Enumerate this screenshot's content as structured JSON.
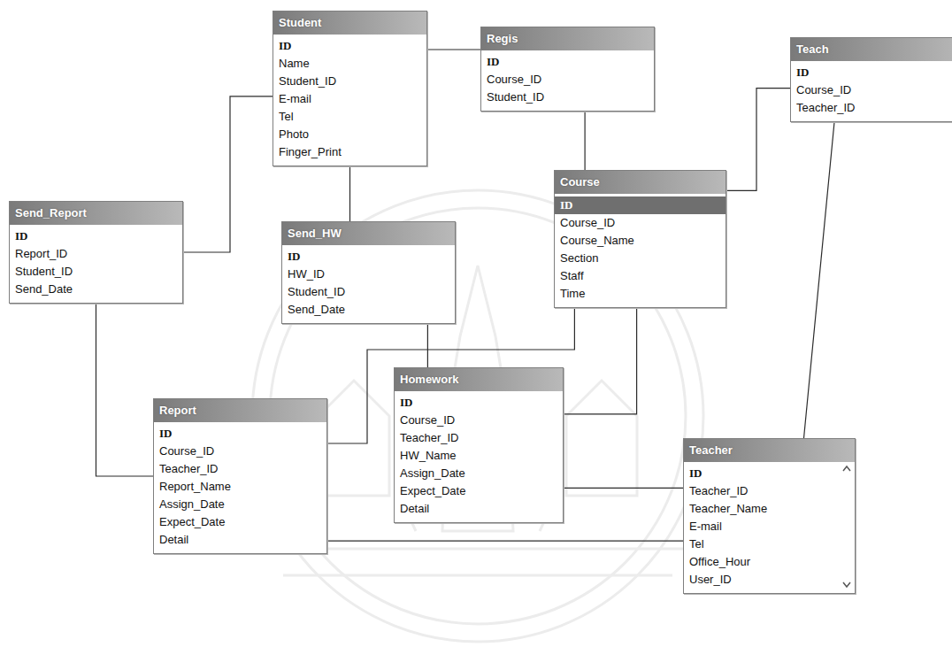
{
  "diagram": {
    "nodes": [
      {
        "text": [
          "Student",
          "ID",
          "Name",
          "Student_ID",
          "E-mail",
          "Tel",
          "Photo",
          "Finger_Print"
        ]
      },
      {
        "text": [
          "Regis",
          "ID",
          "Course_ID",
          "Student_ID"
        ]
      },
      {
        "text": [
          "Teach",
          "ID",
          "Course_ID",
          "Teacher_ID"
        ]
      },
      {
        "text": [
          "Course",
          "ID",
          "Course_ID",
          "Course_Name",
          "Section",
          "Staff",
          "Time"
        ]
      },
      {
        "text": [
          "Send_Report",
          "ID",
          "Report_ID",
          "Student_ID",
          "Send_Date"
        ]
      },
      {
        "text": [
          "Send_HW",
          "ID",
          "HW_ID",
          "Student_ID",
          "Send_Date"
        ]
      },
      {
        "text": [
          "Homework",
          "ID",
          "Course_ID",
          "Teacher_ID",
          "HW_Name",
          "Assign_Date",
          "Expect_Date",
          "Detail"
        ]
      },
      {
        "text": [
          "Report",
          "ID",
          "Course_ID",
          "Teacher_ID",
          "Report_Name",
          "Assign_Date",
          "Expect_Date",
          "Detail"
        ]
      },
      {
        "text": [
          "Teacher",
          "ID",
          "Teacher_ID",
          "Teacher_Name",
          "E-mail",
          "Tel",
          "Office_Hour",
          "User_ID"
        ]
      }
    ],
    "edges": [
      {
        "from": 0,
        "to": 1,
        "arrow": "none"
      },
      {
        "from": 3,
        "to": 1,
        "arrow": "none"
      },
      {
        "from": 3,
        "to": 2,
        "arrow": "none"
      },
      {
        "from": 8,
        "to": 2,
        "arrow": "none"
      },
      {
        "from": 0,
        "to": 5,
        "arrow": "none"
      },
      {
        "from": 6,
        "to": 5,
        "arrow": "none"
      },
      {
        "from": 0,
        "to": 4,
        "arrow": "none"
      },
      {
        "from": 7,
        "to": 4,
        "arrow": "none"
      },
      {
        "from": 3,
        "to": 6,
        "arrow": "none"
      },
      {
        "from": 3,
        "to": 7,
        "arrow": "none"
      },
      {
        "from": 8,
        "to": 6,
        "arrow": "none"
      },
      {
        "from": 8,
        "to": 7,
        "arrow": "none"
      }
    ]
  }
}
